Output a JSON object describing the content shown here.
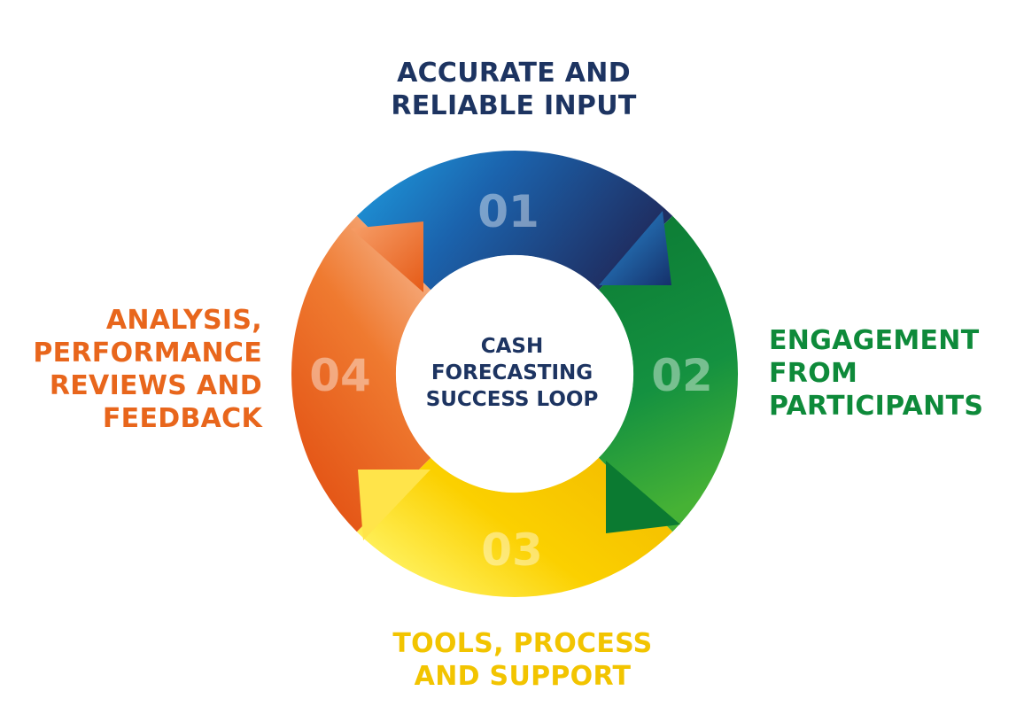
{
  "colors": {
    "navy": "#1d3461",
    "green": "#0e8a3a",
    "yellow": "#f2c400",
    "orange": "#e8661c"
  },
  "center": {
    "lines": [
      "CASH",
      "FORECASTING",
      "SUCCESS LOOP"
    ]
  },
  "steps": [
    {
      "number": "01",
      "lines": [
        "ACCURATE AND",
        "RELIABLE INPUT"
      ]
    },
    {
      "number": "02",
      "lines": [
        "ENGAGEMENT",
        "FROM",
        "PARTICIPANTS"
      ]
    },
    {
      "number": "03",
      "lines": [
        "TOOLS, PROCESS",
        "AND SUPPORT"
      ]
    },
    {
      "number": "04",
      "lines": [
        "ANALYSIS,",
        "PERFORMANCE",
        "REVIEWS AND",
        "FEEDBACK"
      ]
    }
  ]
}
